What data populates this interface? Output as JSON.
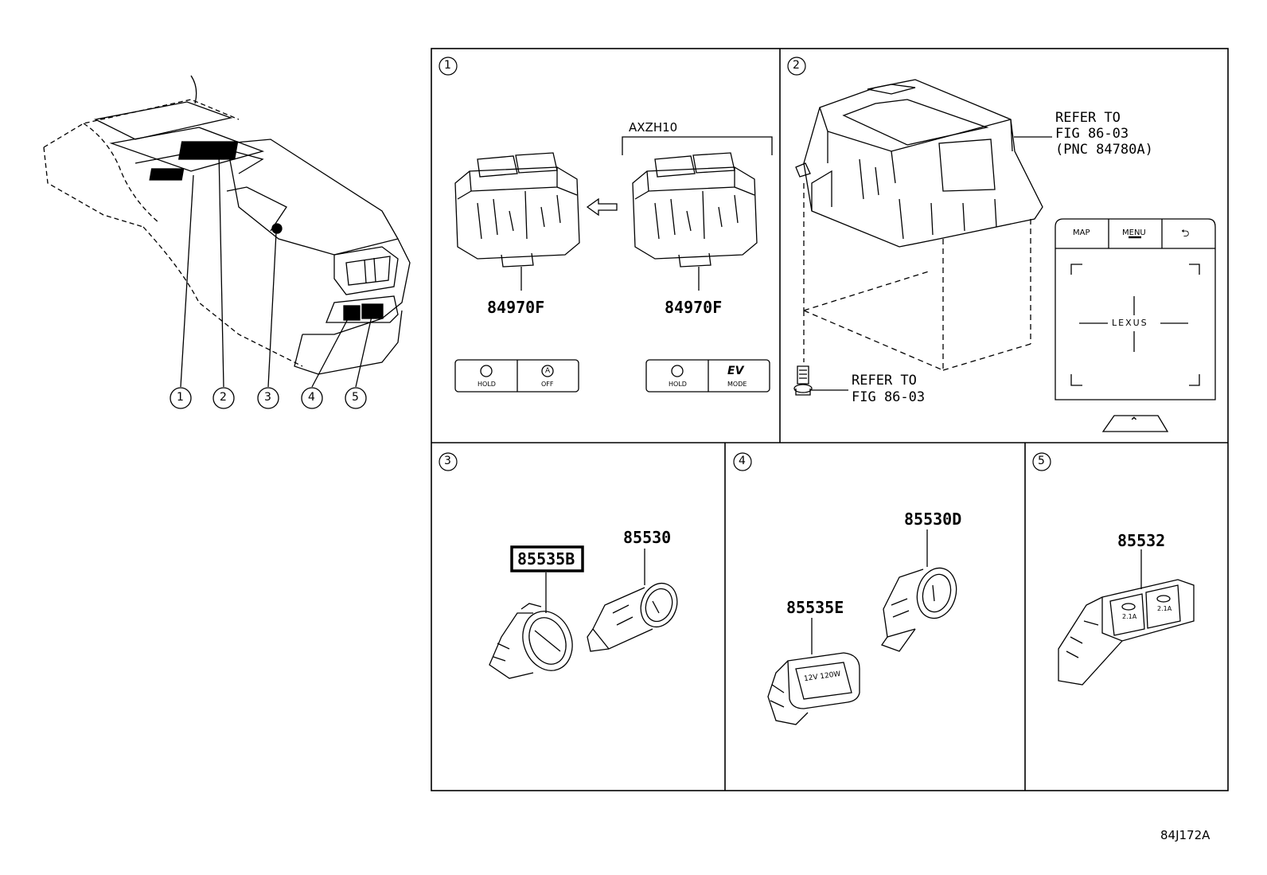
{
  "callouts": [
    "1",
    "2",
    "3",
    "4",
    "5"
  ],
  "panel1": {
    "number": "1",
    "variant_label": "AXZH10",
    "part_left": "84970F",
    "part_right": "84970F",
    "switch_left": {
      "btn1": "HOLD",
      "btn1_glyph": "◯",
      "btn2": "OFF",
      "btn2_glyph": "A"
    },
    "switch_right": {
      "btn1": "HOLD",
      "btn1_glyph": "◯",
      "btn2": "MODE",
      "btn2_glyph": "EV"
    }
  },
  "panel2": {
    "number": "2",
    "refer_top": [
      "REFER TO",
      "FIG 86-03",
      "(PNC 84780A)"
    ],
    "refer_bottom": [
      "REFER TO",
      "FIG 86-03"
    ],
    "touchpad": {
      "map": "MAP",
      "menu": "MENU",
      "back_glyph": "⮌",
      "logo": "LEXUS",
      "up_glyph": "⌃"
    }
  },
  "panel3": {
    "number": "3",
    "part_a": "85535B",
    "part_b": "85530"
  },
  "panel4": {
    "number": "4",
    "part_a": "85530D",
    "part_b": "85535E",
    "socket_label": "12V 120W"
  },
  "panel5": {
    "number": "5",
    "part_a": "85532",
    "usb_label": "2.1A"
  },
  "diagram_code": "84J172A"
}
